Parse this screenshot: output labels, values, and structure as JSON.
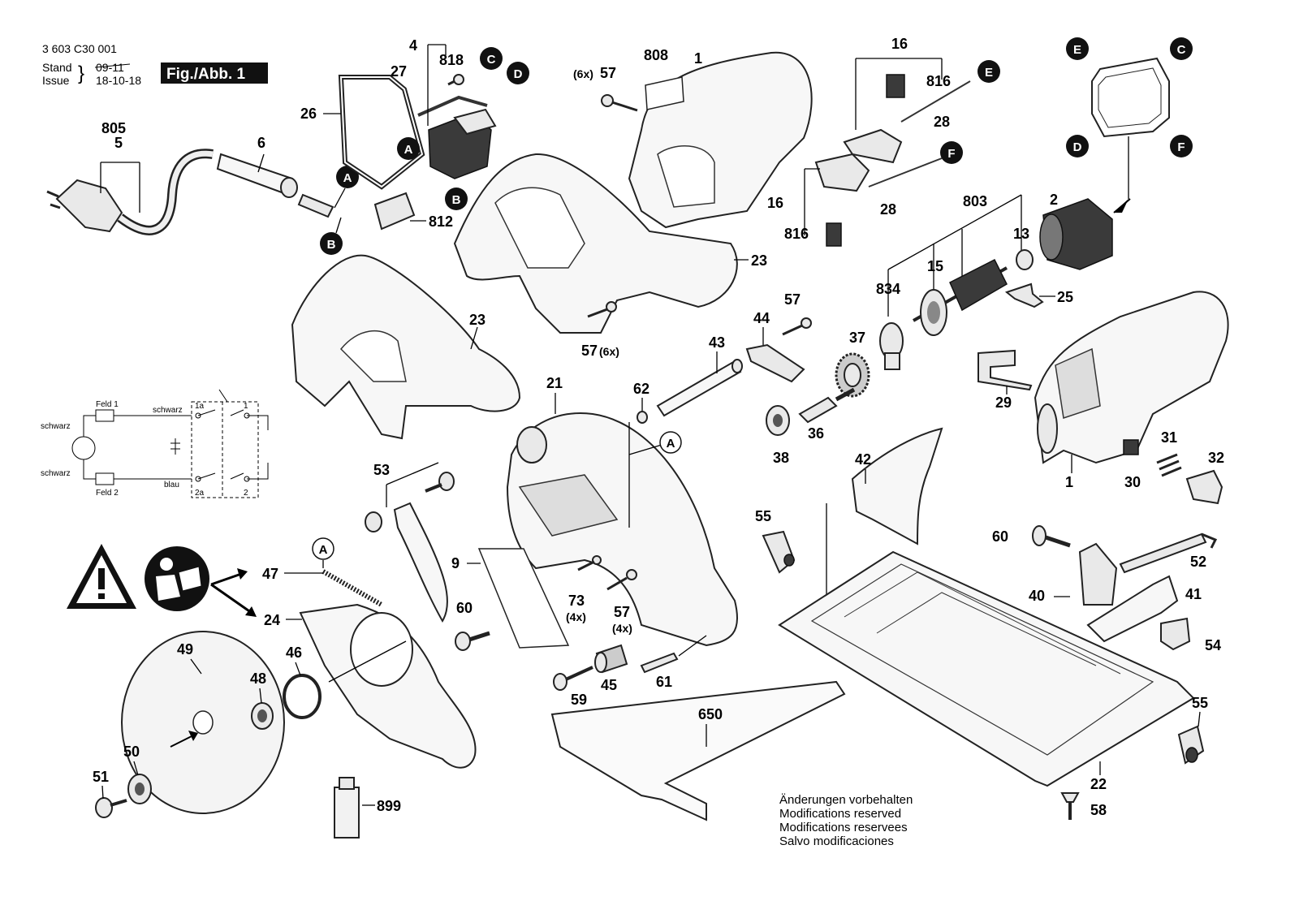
{
  "header": {
    "doc_number": "3 603 C30 001",
    "stand_label": "Stand",
    "issue_label": "Issue",
    "stand_date_old": "09-11",
    "issue_date": "18-10-18",
    "figure_tag": "Fig./Abb. 1"
  },
  "connectors": [
    "A",
    "B",
    "C",
    "D",
    "E",
    "F"
  ],
  "part_labels": {
    "p4": "4",
    "p818": "818",
    "p27": "27",
    "p26": "26",
    "p805": "805",
    "p5": "5",
    "p6": "6",
    "p812": "812",
    "p57_6x": "(6x)",
    "p57a": "57",
    "p808": "808",
    "p1a": "1",
    "p16a": "16",
    "p816a": "816",
    "p28a": "28",
    "p16b": "16",
    "p816b": "816",
    "p28b": "28",
    "p2": "2",
    "p803": "803",
    "p13": "13",
    "p15": "15",
    "p834": "834",
    "p25": "25",
    "p23a": "23",
    "p23b": "23",
    "p57b": "57",
    "p57b_6x": "(6x)",
    "p44": "44",
    "p57c": "57",
    "p43": "43",
    "p37": "37",
    "p21": "21",
    "p62": "62",
    "p29": "29",
    "p36": "36",
    "p38": "38",
    "p31": "31",
    "p32": "32",
    "p30": "30",
    "p1b": "1",
    "p53": "53",
    "p42": "42",
    "p55a": "55",
    "p60a": "60",
    "p52": "52",
    "p40": "40",
    "p41": "41",
    "p54": "54",
    "p9": "9",
    "p73": "73",
    "p73_4x": "(4x)",
    "p57d": "57",
    "p57d_4x": "(4x)",
    "p60b": "60",
    "p47": "47",
    "p24": "24",
    "p49": "49",
    "p46": "46",
    "p48": "48",
    "p45": "45",
    "p59": "59",
    "p61": "61",
    "p50": "50",
    "p51": "51",
    "p650": "650",
    "p899": "899",
    "p55b": "55",
    "p22": "22",
    "p58": "58"
  },
  "wiring": {
    "feld1": "Feld 1",
    "feld2": "Feld 2",
    "schwarz_l1": "schwarz",
    "schwarz_l2": "schwarz",
    "schwarz_r": "schwarz",
    "blau": "blau",
    "t1a": "1a",
    "t1": "1",
    "t2a": "2a",
    "t2": "2"
  },
  "notes": [
    "Änderungen vorbehalten",
    "Modifications reserved",
    "Modifications reservees",
    "Salvo modificaciones"
  ],
  "colors": {
    "ink": "#000000",
    "paper": "#ffffff",
    "badge": "#111111"
  }
}
